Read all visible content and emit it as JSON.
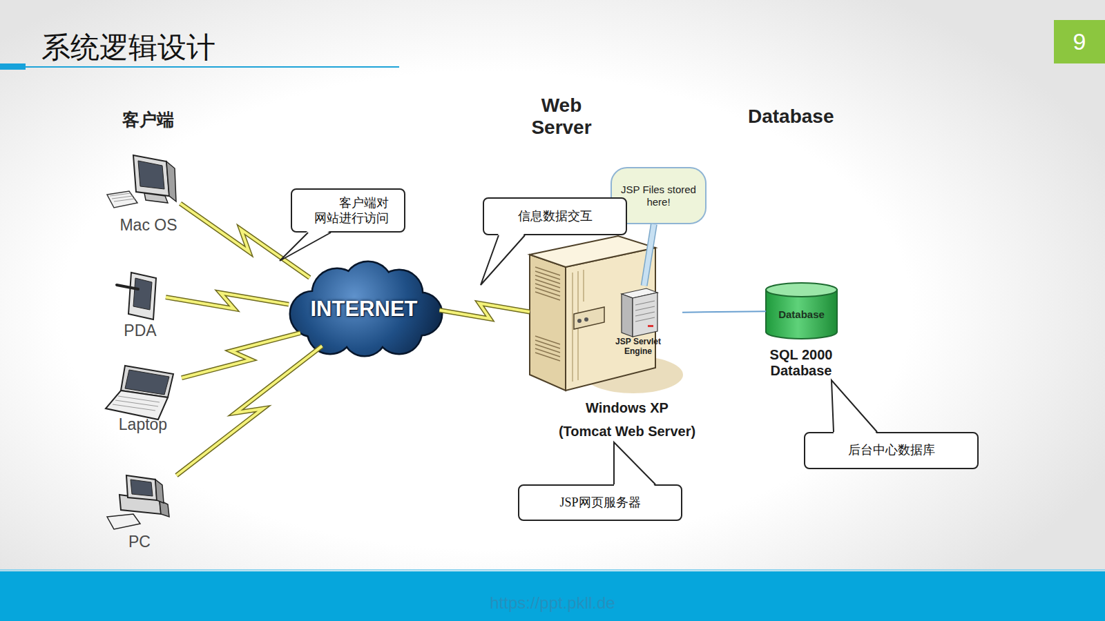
{
  "diagram": {
    "title": "系统逻辑设计",
    "nodes": [
      {
        "text": [
          "Mac OS"
        ]
      },
      {
        "text": [
          "PDA"
        ]
      },
      {
        "text": [
          "Laptop"
        ]
      },
      {
        "text": [
          "PC"
        ]
      },
      {
        "text": [
          "客户端对 网站进行访问"
        ]
      },
      {
        "text": [
          "INTERNET"
        ]
      },
      {
        "text": [
          "信息数据交互"
        ]
      },
      {
        "text": [
          "JSP Files stored here!"
        ]
      },
      {
        "text": [
          "Windows XP",
          "(Tomcat Web Server)"
        ]
      },
      {
        "text": [
          "JSP Servlet Engine"
        ],
        "in": 8
      },
      {
        "text": [
          "Database",
          "SQL 2000 Database"
        ]
      },
      {
        "text": [
          "JSP网页服务器"
        ]
      },
      {
        "text": [
          "后台中心数据库"
        ]
      }
    ],
    "edges": [
      {
        "from": 0,
        "to": 5,
        "arrow": "none"
      },
      {
        "from": 1,
        "to": 5,
        "arrow": "none"
      },
      {
        "from": 2,
        "to": 5,
        "arrow": "none"
      },
      {
        "from": 3,
        "to": 5,
        "arrow": "none"
      },
      {
        "from": 5,
        "to": 8,
        "arrow": "none"
      },
      {
        "from": 8,
        "to": 10,
        "arrow": "none"
      },
      {
        "from": 7,
        "to": 9,
        "arrow": "none"
      }
    ],
    "labels": [
      "客户端",
      "Web Server",
      "Database",
      "9",
      "https://ppt.pkll.de"
    ]
  }
}
